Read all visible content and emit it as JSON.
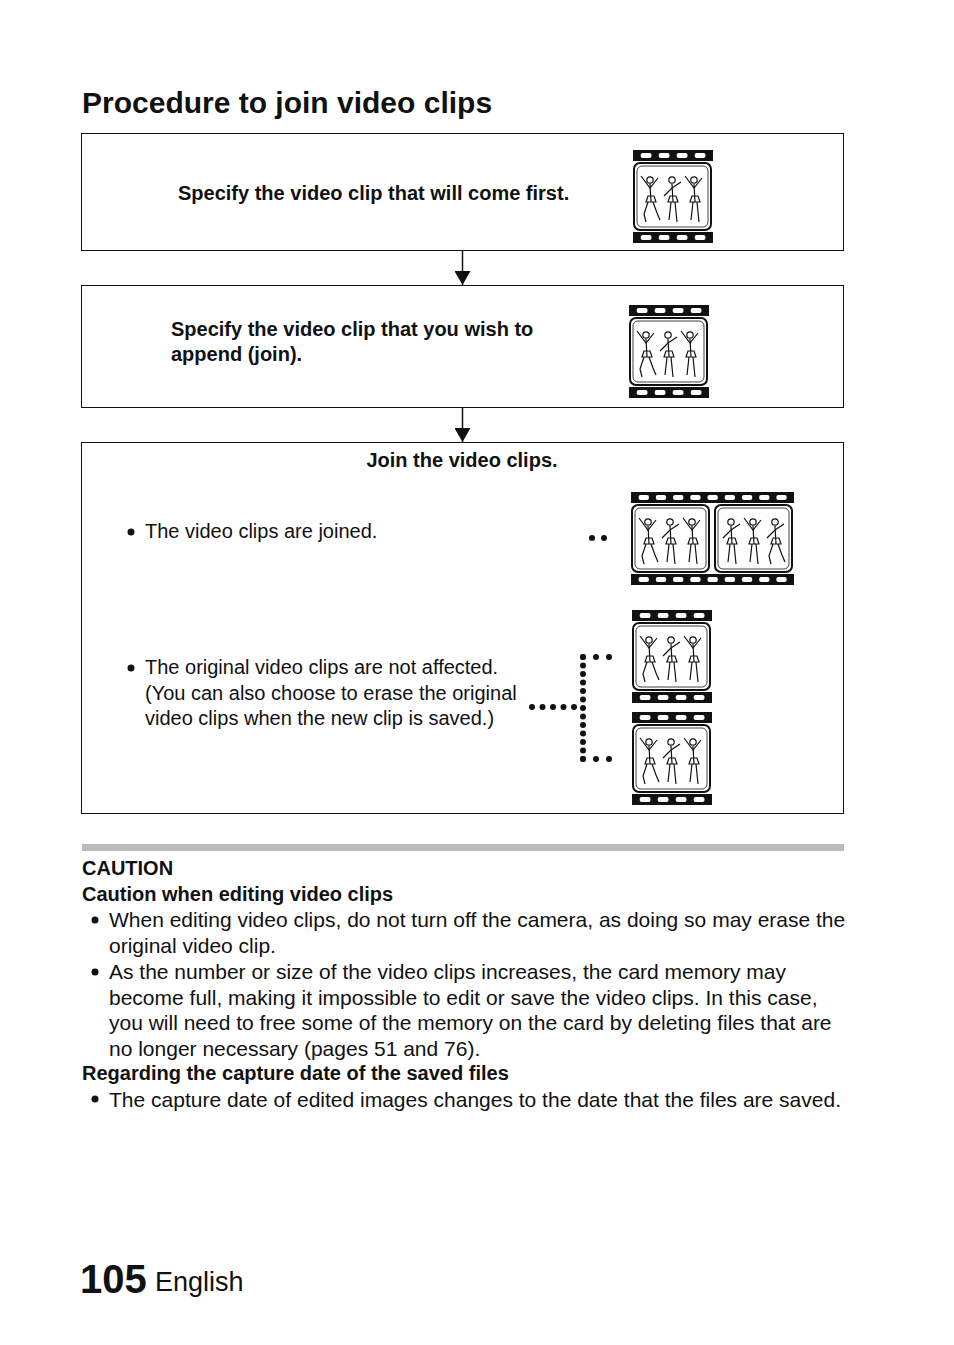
{
  "diagram": {
    "title": "Procedure to join video clips",
    "nodes": [
      {
        "text": [
          "Specify the video clip that will come first."
        ]
      },
      {
        "text": [
          "Specify the video clip that you wish to append (join)."
        ]
      },
      {
        "text": [
          "Join the video clips.",
          "The video clips are joined.",
          "The original video clips are not affected. (You can also choose to erase the original video clips when the new clip is saved.)"
        ]
      }
    ],
    "edges": [
      {
        "from": 0,
        "to": 1,
        "arrow": "to"
      },
      {
        "from": 1,
        "to": 2,
        "arrow": "to"
      }
    ],
    "labels": [
      "CAUTION",
      "Caution when editing video clips",
      "When editing video clips, do not turn off the camera, as doing so may erase the original video clip.",
      "As the number or size of the video clips increases, the card memory may become full, making it impossible to edit or save the video clips. In this case, you will need to free some of the memory on the card by deleting files that are no longer necessary (pages 51 and 76).",
      "Regarding the capture date of the saved files",
      "The capture date of edited images changes to the date that the files are saved.",
      "105",
      "English"
    ]
  }
}
